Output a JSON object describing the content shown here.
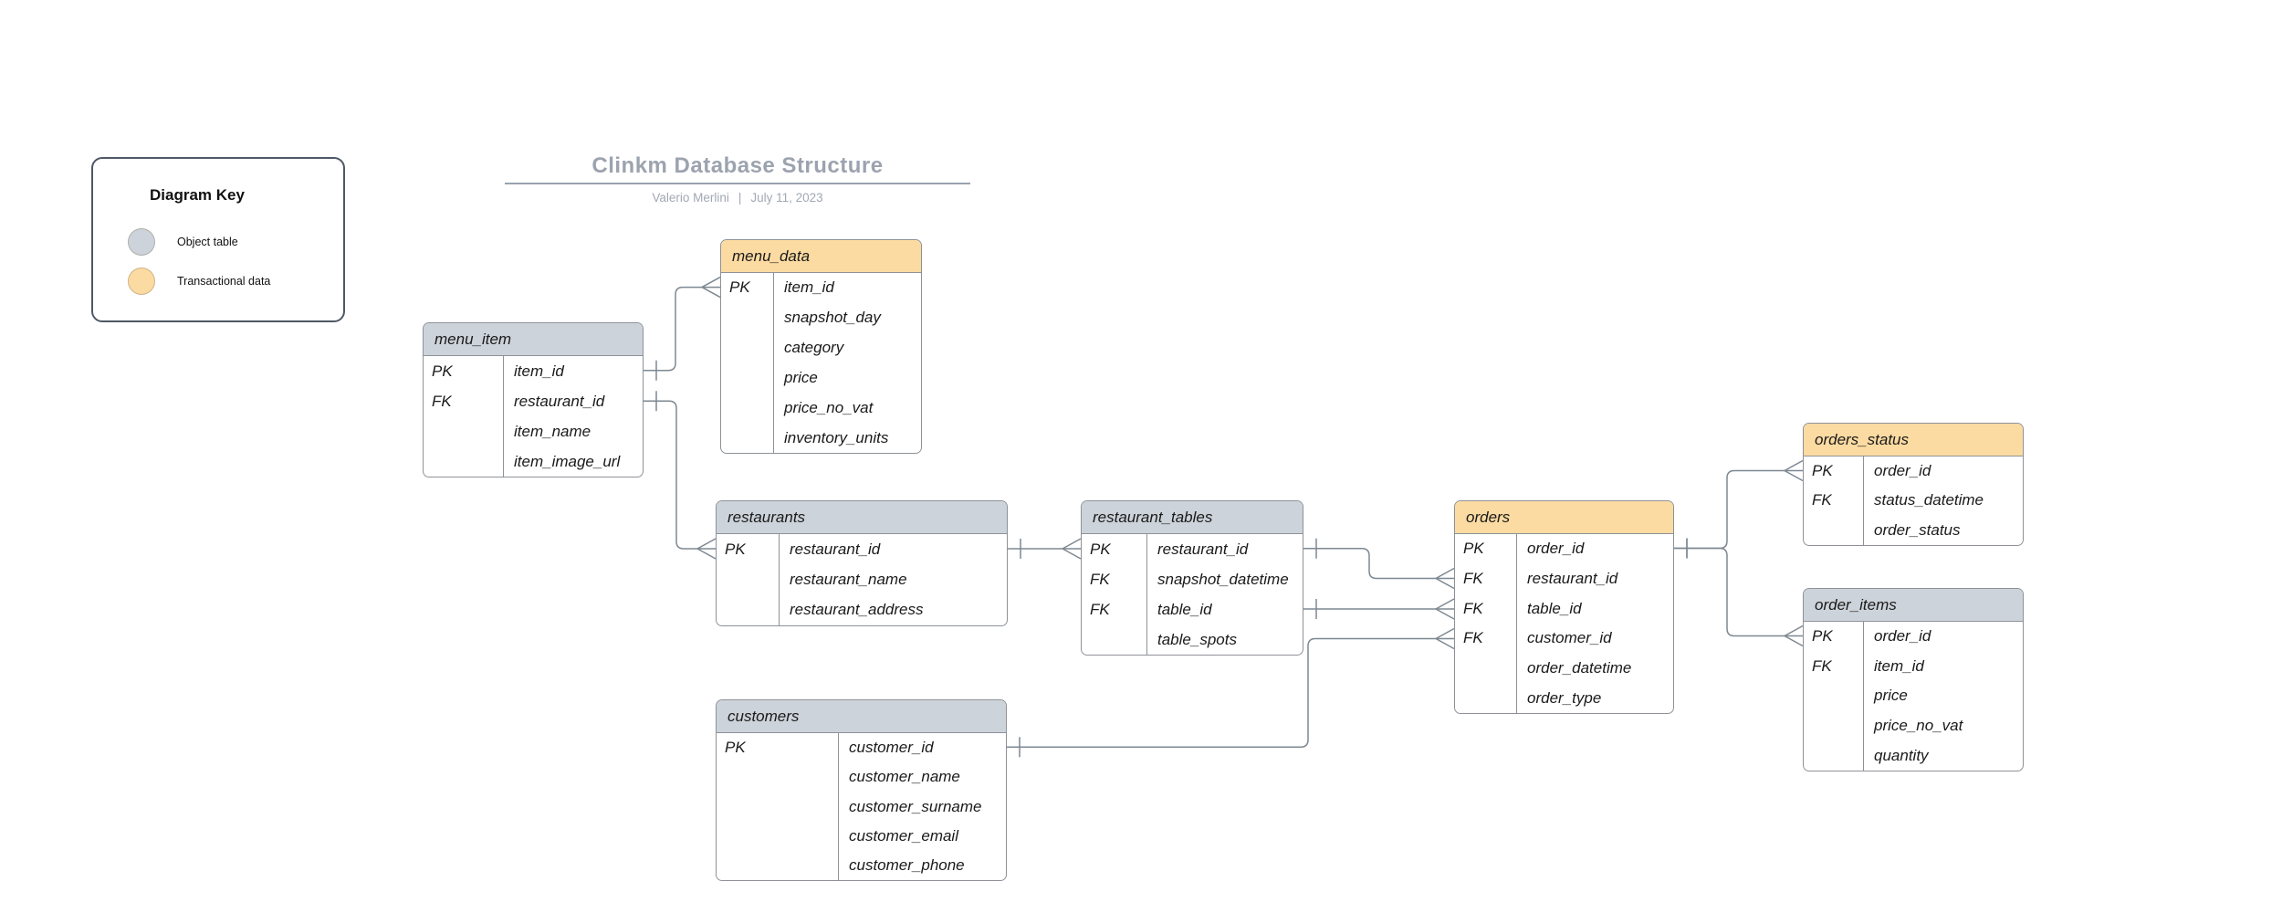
{
  "header": {
    "title": "Clinkm Database Structure",
    "author": "Valerio Merlini",
    "separator": "|",
    "date": "July 11, 2023"
  },
  "key": {
    "title": "Diagram Key",
    "items": [
      {
        "label": "Object table",
        "color": "#cdd3da"
      },
      {
        "label": "Transactional data",
        "color": "#fcdba2"
      }
    ]
  },
  "colors": {
    "object_table_header": "#cdd3da",
    "transactional_table_header": "#fcdba2",
    "table_border": "#8e9298",
    "connector_line": "#7e8892",
    "key_box_border": "#4e5866",
    "title_text": "#9ca3af",
    "body_text": "#1a1a1a"
  },
  "tables": [
    {
      "id": "menu_item",
      "name": "menu_item",
      "type": "object",
      "rows": [
        {
          "key": "PK",
          "field": "item_id"
        },
        {
          "key": "FK",
          "field": "restaurant_id"
        },
        {
          "key": "",
          "field": "item_name"
        },
        {
          "key": "",
          "field": "item_image_url"
        }
      ]
    },
    {
      "id": "menu_data",
      "name": "menu_data",
      "type": "transactional",
      "rows": [
        {
          "key": "PK",
          "field": "item_id"
        },
        {
          "key": "",
          "field": "snapshot_day"
        },
        {
          "key": "",
          "field": "category"
        },
        {
          "key": "",
          "field": "price"
        },
        {
          "key": "",
          "field": "price_no_vat"
        },
        {
          "key": "",
          "field": "inventory_units"
        }
      ]
    },
    {
      "id": "restaurants",
      "name": "restaurants",
      "type": "object",
      "rows": [
        {
          "key": "PK",
          "field": "restaurant_id"
        },
        {
          "key": "",
          "field": "restaurant_name"
        },
        {
          "key": "",
          "field": "restaurant_address"
        }
      ]
    },
    {
      "id": "restaurant_tables",
      "name": "restaurant_tables",
      "type": "object",
      "rows": [
        {
          "key": "PK",
          "field": "restaurant_id"
        },
        {
          "key": "FK",
          "field": "snapshot_datetime"
        },
        {
          "key": "FK",
          "field": "table_id"
        },
        {
          "key": "",
          "field": "table_spots"
        }
      ]
    },
    {
      "id": "customers",
      "name": "customers",
      "type": "object",
      "rows": [
        {
          "key": "PK",
          "field": "customer_id"
        },
        {
          "key": "",
          "field": "customer_name"
        },
        {
          "key": "",
          "field": "customer_surname"
        },
        {
          "key": "",
          "field": "customer_email"
        },
        {
          "key": "",
          "field": "customer_phone"
        }
      ]
    },
    {
      "id": "orders",
      "name": "orders",
      "type": "transactional",
      "rows": [
        {
          "key": "PK",
          "field": "order_id"
        },
        {
          "key": "FK",
          "field": "restaurant_id"
        },
        {
          "key": "FK",
          "field": "table_id"
        },
        {
          "key": "FK",
          "field": "customer_id"
        },
        {
          "key": "",
          "field": "order_datetime"
        },
        {
          "key": "",
          "field": "order_type"
        }
      ]
    },
    {
      "id": "orders_status",
      "name": "orders_status",
      "type": "transactional",
      "rows": [
        {
          "key": "PK",
          "field": "order_id"
        },
        {
          "key": "FK",
          "field": "status_datetime"
        },
        {
          "key": "",
          "field": "order_status"
        }
      ]
    },
    {
      "id": "order_items",
      "name": "order_items",
      "type": "object",
      "rows": [
        {
          "key": "PK",
          "field": "order_id"
        },
        {
          "key": "FK",
          "field": "item_id"
        },
        {
          "key": "",
          "field": "price"
        },
        {
          "key": "",
          "field": "price_no_vat"
        },
        {
          "key": "",
          "field": "quantity"
        }
      ]
    }
  ],
  "relationships": [
    {
      "id": "menu_item-menu_data",
      "from_table": "menu_item",
      "from_field": "item_id",
      "to_table": "menu_data",
      "to_field": "item_id",
      "from_cardinality": "one",
      "to_cardinality": "many"
    },
    {
      "id": "menu_item-restaurants",
      "from_table": "menu_item",
      "from_field": "restaurant_id",
      "to_table": "restaurants",
      "to_field": "restaurant_id",
      "from_cardinality": "one",
      "to_cardinality": "many"
    },
    {
      "id": "restaurants-restaurant_tables",
      "from_table": "restaurants",
      "from_field": "restaurant_id",
      "to_table": "restaurant_tables",
      "to_field": "restaurant_id",
      "from_cardinality": "one",
      "to_cardinality": "many"
    },
    {
      "id": "restaurant_tables-orders-restaurant",
      "from_table": "restaurant_tables",
      "from_field": "restaurant_id",
      "to_table": "orders",
      "to_field": "restaurant_id",
      "from_cardinality": "one",
      "to_cardinality": "many"
    },
    {
      "id": "restaurant_tables-orders-table",
      "from_table": "restaurant_tables",
      "from_field": "table_id",
      "to_table": "orders",
      "to_field": "table_id",
      "from_cardinality": "one",
      "to_cardinality": "many"
    },
    {
      "id": "customers-orders",
      "from_table": "customers",
      "from_field": "customer_id",
      "to_table": "orders",
      "to_field": "customer_id",
      "from_cardinality": "one",
      "to_cardinality": "many"
    },
    {
      "id": "orders-orders_status",
      "from_table": "orders",
      "from_field": "order_id",
      "to_table": "orders_status",
      "to_field": "order_id",
      "from_cardinality": "one",
      "to_cardinality": "many"
    },
    {
      "id": "orders-order_items",
      "from_table": "orders",
      "from_field": "order_id",
      "to_table": "order_items",
      "to_field": "order_id",
      "from_cardinality": "one",
      "to_cardinality": "many"
    }
  ]
}
